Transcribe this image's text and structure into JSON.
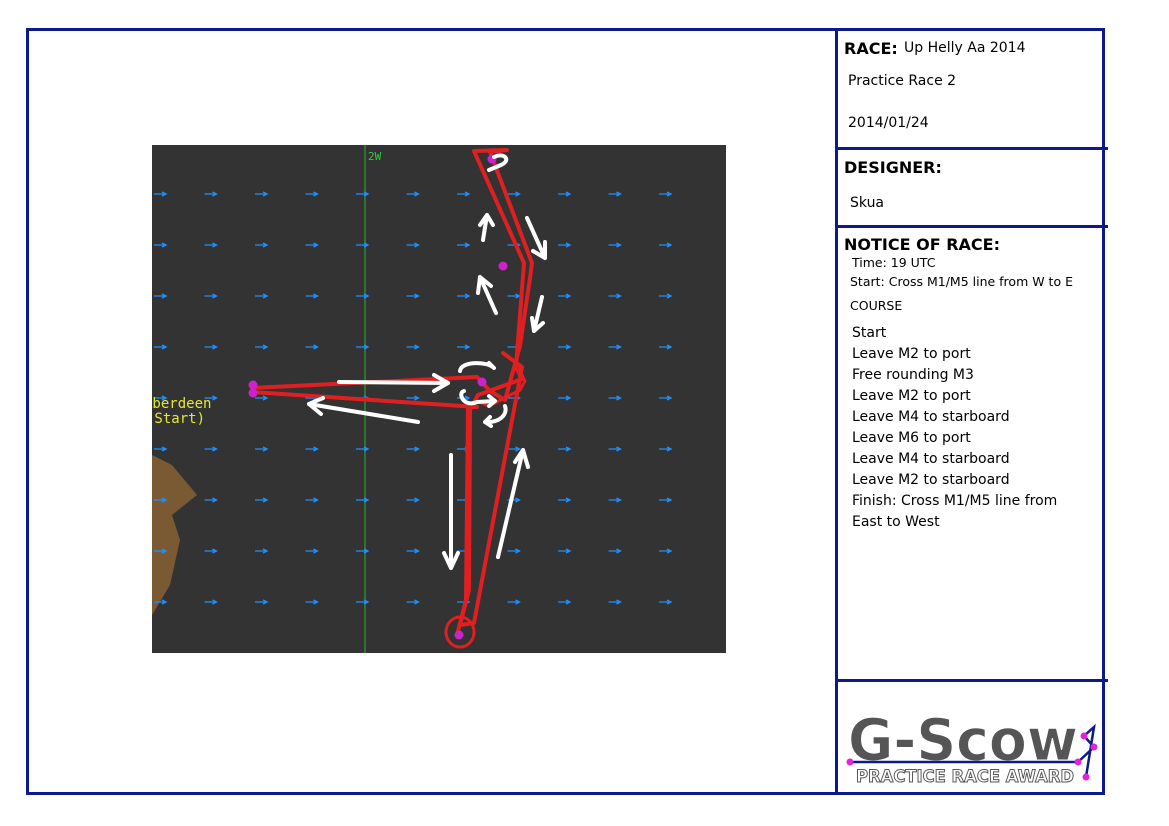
{
  "race": {
    "label": "RACE:",
    "name": "Up Helly Aa 2014",
    "subtitle": "Practice Race 2",
    "date": "2014/01/24"
  },
  "designer": {
    "label": "DESIGNER:",
    "name": "Skua"
  },
  "notice": {
    "label": "NOTICE OF RACE:",
    "time": "Time: 19 UTC",
    "start": "Start: Cross M1/M5 line from W to E",
    "course_label": "COURSE",
    "course": [
      "Start",
      "Leave M2 to port",
      "Free rounding M3",
      "Leave M2 to port",
      "Leave M4 to starboard",
      "Leave M6 to port",
      "Leave M4 to starboard",
      "Leave M2 to starboard",
      "Finish: Cross M1/M5 line from",
      "East to West"
    ]
  },
  "map": {
    "meridian_label": "2W",
    "place_line1": "Aberdeen",
    "place_line2": "(Start)",
    "colors": {
      "sea": "#333333",
      "wind_arrow": "#1e90ff",
      "course_line": "#e02020",
      "mark": "#cc22cc",
      "land": "#7a5a33",
      "meridian": "#2d8a2d",
      "meridian_label": "#33cc33",
      "place_label": "#e8e830"
    }
  },
  "logo": {
    "title": "G-Scow",
    "subtitle": "PRACTICE RACE AWARD"
  },
  "colors": {
    "border": "#0c1a8c"
  }
}
